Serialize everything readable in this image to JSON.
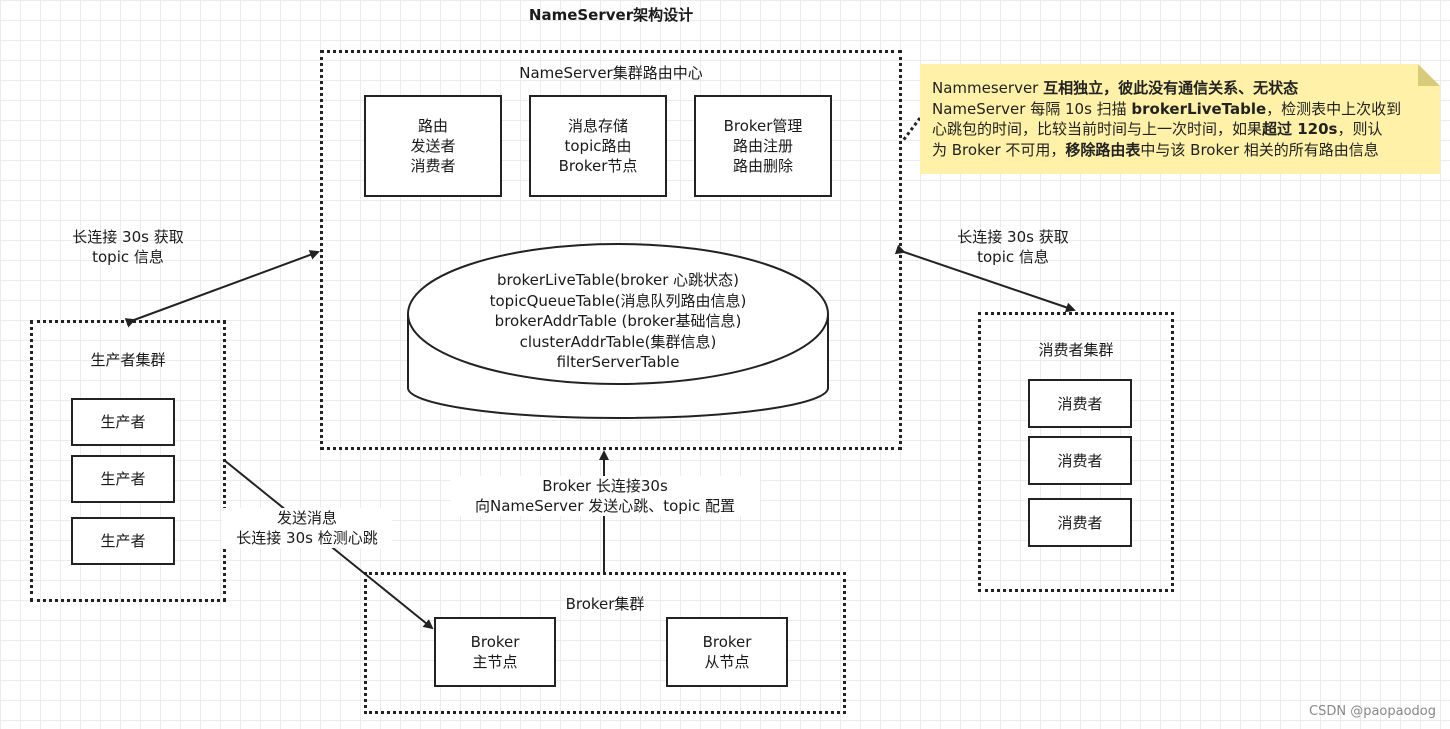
{
  "title": "NameServer架构设计",
  "nameserver": {
    "title": "NameServer集群路由中心",
    "boxes": [
      {
        "lines": [
          "路由",
          "发送者",
          "消费者"
        ]
      },
      {
        "lines": [
          "消息存储",
          "topic路由",
          "Broker节点"
        ]
      },
      {
        "lines": [
          "Broker管理",
          "路由注册",
          "路由删除"
        ]
      }
    ],
    "tables": [
      "brokerLiveTable(broker 心跳状态)",
      "topicQueueTable(消息队列路由信息)",
      "brokerAddrTable (broker基础信息)",
      "clusterAddrTable(集群信息)",
      "filterServerTable"
    ]
  },
  "note": {
    "line1_a": "Nammeserver ",
    "line1_b": "互相独立，彼此没有通信关系、无状态",
    "line2_a": "NameServer 每隔 10s 扫描 ",
    "line2_b": "brokerLiveTable",
    "line2_c": "，检测表中上次收到",
    "line3_a": "心跳包的时间，比较当前时间与上一次时间，如果",
    "line3_b": "超过 120s",
    "line3_c": "，则认",
    "line4_a": "为 Broker 不可用，",
    "line4_b": "移除路由表",
    "line4_c": "中与该 Broker 相关的所有路由信息"
  },
  "producer_cluster": {
    "title": "生产者集群",
    "items": [
      "生产者",
      "生产者",
      "生产者"
    ]
  },
  "consumer_cluster": {
    "title": "消费者集群",
    "items": [
      "消费者",
      "消费者",
      "消费者"
    ]
  },
  "broker_cluster": {
    "title": "Broker集群",
    "master": [
      "Broker",
      "主节点"
    ],
    "slave": [
      "Broker",
      "从节点"
    ]
  },
  "edge_labels": {
    "producer_ns": [
      "长连接 30s 获取",
      "topic 信息"
    ],
    "consumer_ns": [
      "长连接 30s 获取",
      "topic 信息"
    ],
    "broker_ns": [
      "Broker 长连接30s",
      "向NameServer 发送心跳、topic 配置"
    ],
    "producer_broker": [
      "发送消息",
      "长连接 30s 检测心跳"
    ]
  },
  "watermark": "CSDN @paopaodog"
}
